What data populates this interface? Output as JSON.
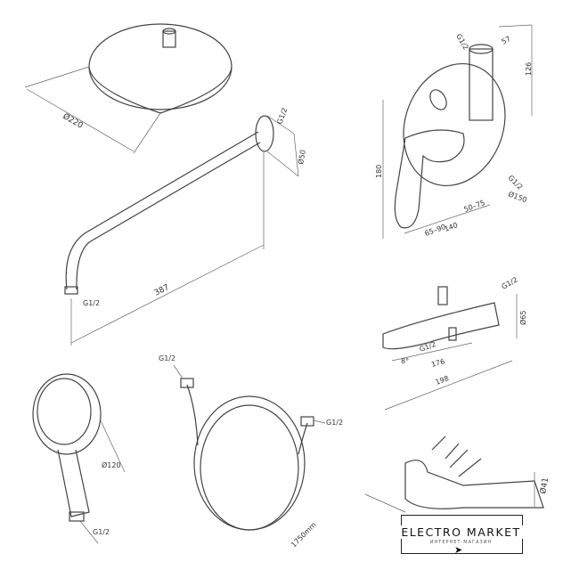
{
  "rain_shower": {
    "diameter": "Ø220"
  },
  "shower_arm": {
    "thread_top": "G1/2",
    "flange_diameter": "Ø50",
    "length": "387",
    "thread_bottom": "G1/2"
  },
  "mixer": {
    "thread_top": "G1/2",
    "width_small": "57",
    "height_small": "126",
    "height": "180",
    "diameter": "Ø150",
    "thread_side": "G1/2",
    "depth_range": "65–90",
    "depth": "140",
    "range2": "50–75"
  },
  "spout": {
    "thread": "G1/2",
    "diameter": "Ø65",
    "thread_bottom": "G1/2",
    "angle": "8°",
    "length_inner": "176",
    "length_outer": "198"
  },
  "hand_shower": {
    "diameter": "Ø120",
    "thread": "G1/2"
  },
  "hose": {
    "thread_left": "G1/2",
    "thread_right": "G1/2",
    "length": "1750mm"
  },
  "holder": {
    "diameter": "Ø41"
  },
  "logo": {
    "title": "ELECTRO MARKET",
    "subtitle": "ИНТЕРНЕТ-МАГАЗИН"
  }
}
